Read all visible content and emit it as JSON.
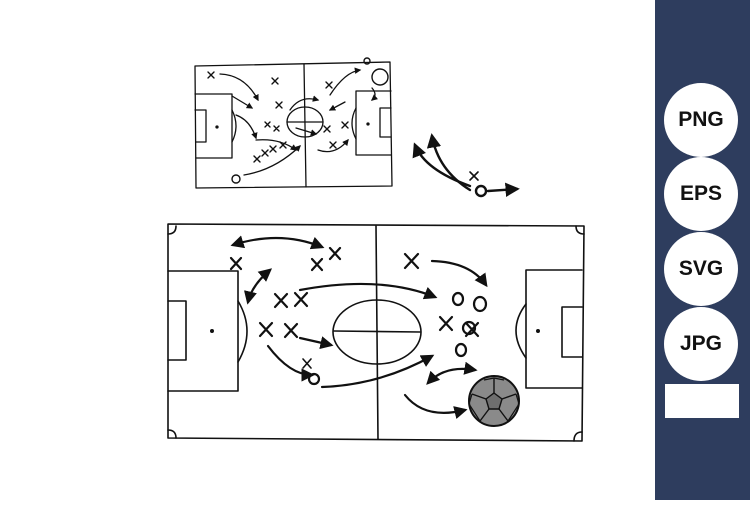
{
  "formats": [
    {
      "label": "PNG"
    },
    {
      "label": "EPS"
    },
    {
      "label": "SVG"
    },
    {
      "label": "JPG"
    }
  ],
  "colors": {
    "sidebar": "#2e3d5e",
    "ink": "#111111",
    "ball_fill": "#8a8a8a",
    "ball_patch": "#6f6f6f",
    "background": "#ffffff"
  },
  "icons": [
    "soccer-ball-icon",
    "arrow-icon",
    "player-x-icon",
    "player-o-icon"
  ]
}
